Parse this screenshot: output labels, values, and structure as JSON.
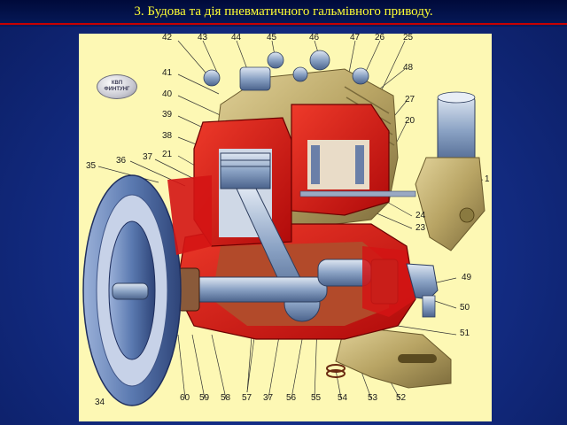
{
  "slide": {
    "title": "3.  Будова та дія пневматичного гальмівного приводу."
  },
  "figure": {
    "logo": {
      "line1": "КВП",
      "line2": "ФИНТУНГ"
    },
    "callouts": {
      "c42": "42",
      "c43": "43",
      "c44": "44",
      "c45": "45",
      "c46": "46",
      "c47": "47",
      "c26": "26",
      "c25": "25",
      "c48": "48",
      "c41": "41",
      "c40": "40",
      "c39": "39",
      "c27": "27",
      "c20": "20",
      "c38": "38",
      "c21": "21",
      "c37": "37",
      "c36": "36",
      "c35": "35",
      "c1": "1",
      "c24": "24",
      "c23": "23",
      "c49": "49",
      "c50": "50",
      "c51": "51",
      "c34": "34",
      "c60": "60",
      "c59": "59",
      "c58": "58",
      "c57": "57",
      "c37b": "37",
      "c56": "56",
      "c55": "55",
      "c54": "54",
      "c53": "53",
      "c52": "52"
    },
    "colors": {
      "background": "#fdf8b4",
      "section_red": "#d41414",
      "casing_gold": "#b8a464",
      "steel_blue": "#7a94b8",
      "pulley_blue": "#5a79b0"
    }
  }
}
